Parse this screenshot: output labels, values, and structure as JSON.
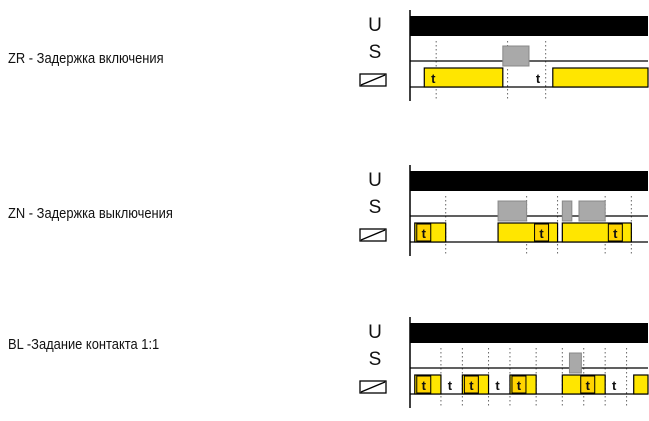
{
  "signals": {
    "u": "U",
    "s": "S"
  },
  "pulse_label": "t",
  "colors": {
    "supply": "#000000",
    "control": "#a9a9a9",
    "relay": "#ffe600",
    "relay_alt": "#ffd400",
    "line": "#000000",
    "grid": "#666666"
  },
  "modes": [
    {
      "id": "ZR",
      "label": "ZR - Задержка включения",
      "control_pulses": [
        [
          0.39,
          0.5
        ]
      ],
      "relay_segments": [
        {
          "span": [
            0.06,
            0.39
          ],
          "t_label": "start"
        },
        {
          "span": [
            0.5,
            0.56
          ],
          "t_label": "start",
          "empty": true
        },
        {
          "span": [
            0.6,
            1.0
          ]
        }
      ],
      "grid_marks": [
        0.11,
        0.41,
        0.57
      ]
    },
    {
      "id": "ZN",
      "label": "ZN - Задержка выключения",
      "control_pulses": [
        [
          0.37,
          0.49
        ],
        [
          0.64,
          0.68
        ],
        [
          0.71,
          0.82
        ]
      ],
      "relay_segments": [
        {
          "span": [
            0.02,
            0.15
          ],
          "t_label": "start",
          "filled_t": true
        },
        {
          "span": [
            0.37,
            0.62
          ],
          "t_label": "end",
          "filled_t": true
        },
        {
          "span": [
            0.64,
            0.93
          ],
          "t_label": "end",
          "filled_t": true
        }
      ],
      "grid_marks": [
        0.15,
        0.49,
        0.62,
        0.82,
        0.93
      ]
    },
    {
      "id": "BL",
      "label": "BL -Задание контакта 1:1",
      "control_pulses": [
        [
          0.67,
          0.72
        ]
      ],
      "relay_segments": [
        {
          "span": [
            0.02,
            0.13
          ],
          "t_label": "start",
          "filled_t": true
        },
        {
          "span": [
            0.13,
            0.22
          ],
          "t_label": "start",
          "empty": true
        },
        {
          "span": [
            0.22,
            0.33
          ],
          "t_label": "start",
          "filled_t": true
        },
        {
          "span": [
            0.33,
            0.42
          ],
          "t_label": "start",
          "empty": true
        },
        {
          "span": [
            0.42,
            0.53
          ],
          "t_label": "start",
          "filled_t": true
        },
        {
          "span": [
            0.64,
            0.82
          ],
          "t_label": "mid",
          "filled_t": true
        },
        {
          "span": [
            0.82,
            0.91
          ],
          "t_label": "start",
          "empty": true
        },
        {
          "span": [
            0.94,
            1.0
          ]
        }
      ],
      "grid_marks": [
        0.13,
        0.22,
        0.33,
        0.42,
        0.53,
        0.64,
        0.73,
        0.82,
        0.91
      ]
    }
  ]
}
